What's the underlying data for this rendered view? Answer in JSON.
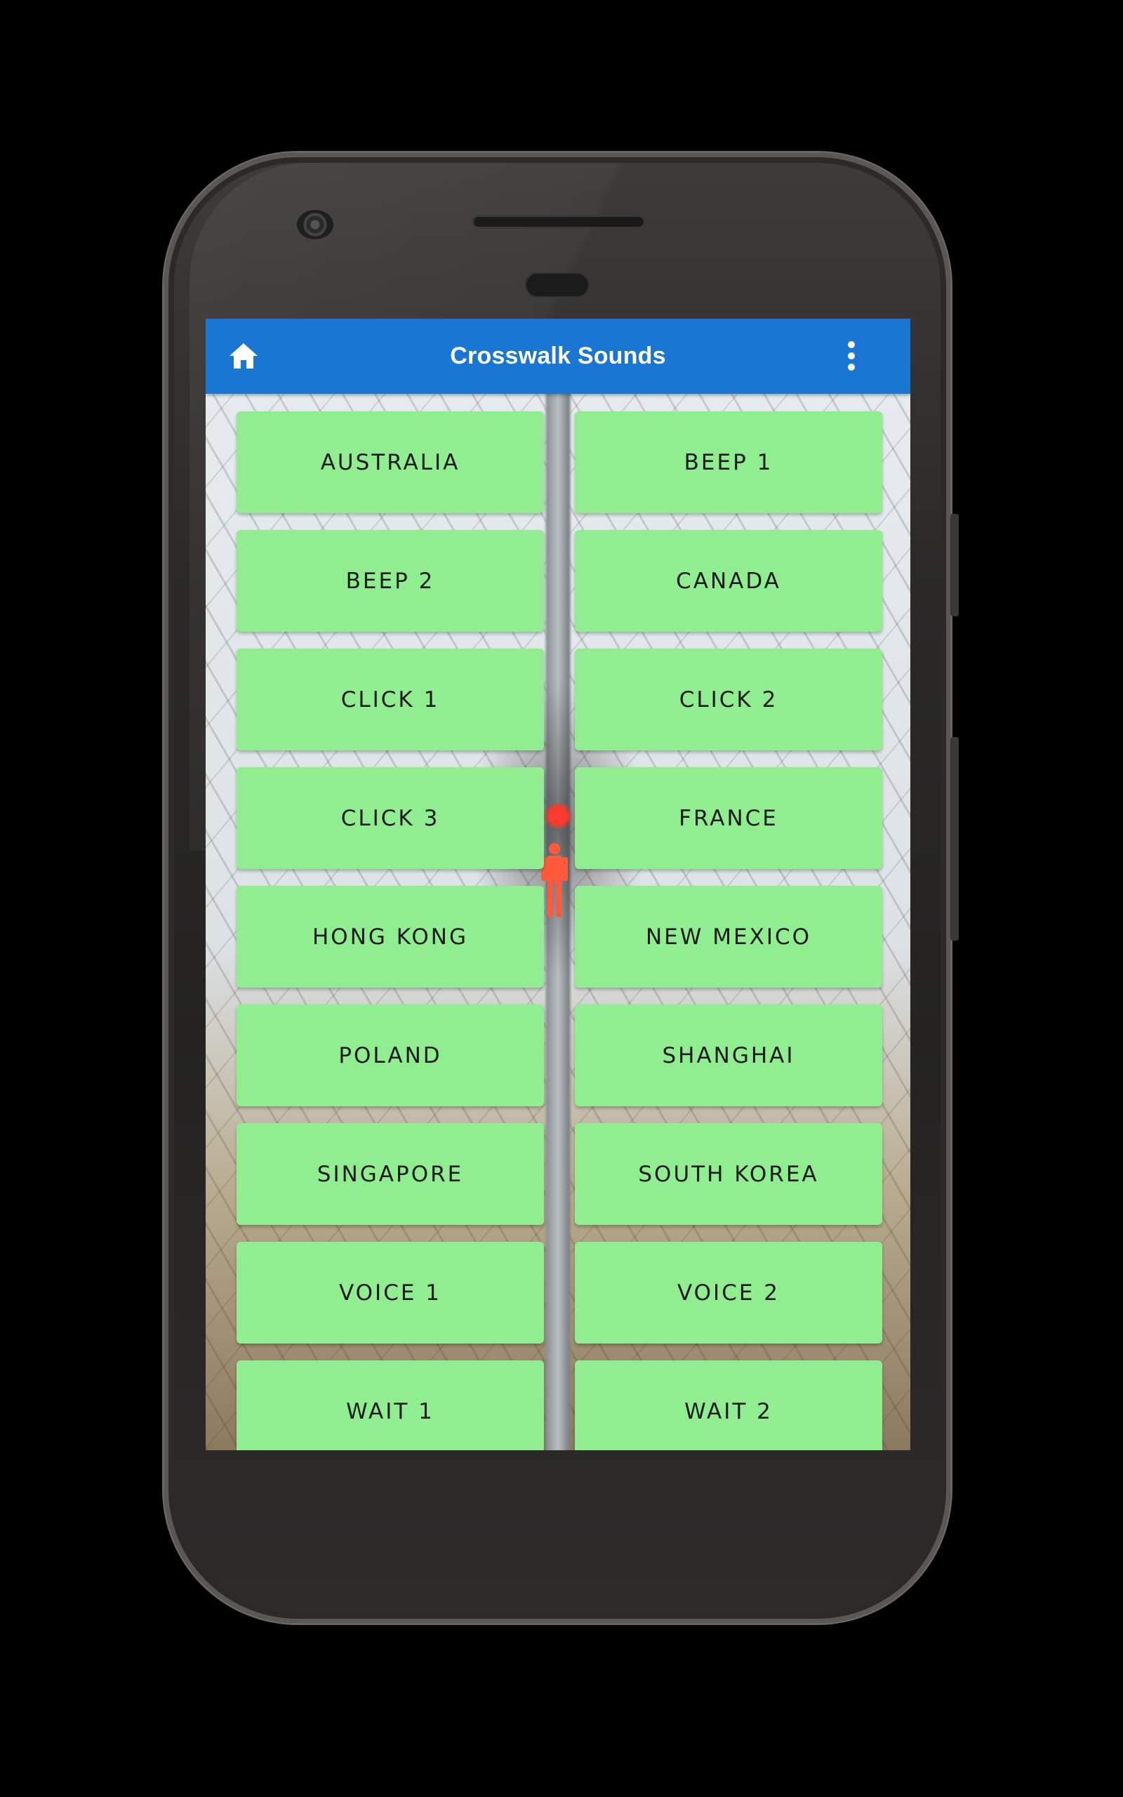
{
  "app": {
    "title": "Crosswalk Sounds",
    "theme_color": "#1976d2",
    "button_color": "#90ee90"
  },
  "toolbar": {
    "left_icon": "home-icon",
    "right_icon": "more-vert-icon"
  },
  "buttons": [
    "AUSTRALIA",
    "BEEP 1",
    "BEEP 2",
    "CANADA",
    "CLICK 1",
    "CLICK 2",
    "CLICK 3",
    "FRANCE",
    "HONG KONG",
    "NEW MEXICO",
    "POLAND",
    "SHANGHAI",
    "SINGAPORE",
    "SOUTH KOREA",
    "VOICE 1",
    "VOICE 2",
    "WAIT 1",
    "WAIT 2"
  ]
}
